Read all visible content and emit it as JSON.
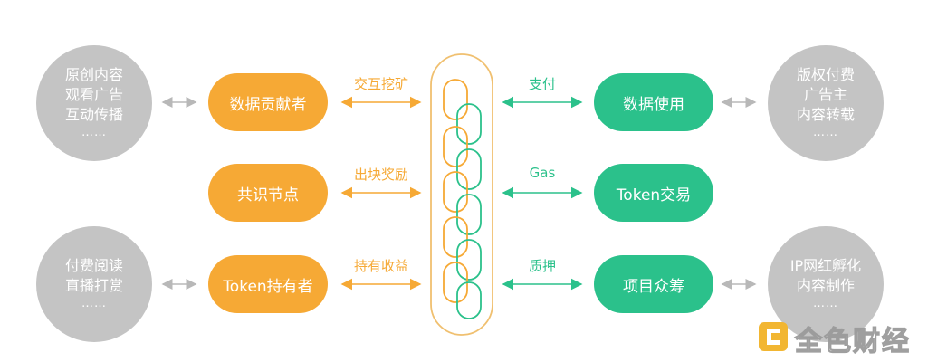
{
  "colors": {
    "orange": "#f6a935",
    "green": "#2bc18b",
    "gray": "#c4c4c4",
    "gray_arrow": "#b8b8b8"
  },
  "left_circles": [
    {
      "lines": [
        "原创内容",
        "观看广告",
        "互动传播"
      ],
      "dots": "……"
    },
    {
      "lines": [
        "付费阅读",
        "直播打赏"
      ],
      "dots": "……"
    }
  ],
  "right_circles": [
    {
      "lines": [
        "版权付费",
        "广告主",
        "内容转载"
      ],
      "dots": "……"
    },
    {
      "lines": [
        "IP网红孵化",
        "内容制作"
      ],
      "dots": "……"
    }
  ],
  "left_pills": [
    "数据贡献者",
    "共识节点",
    "Token持有者"
  ],
  "left_labels": [
    "交互挖矿",
    "出块奖励",
    "持有收益"
  ],
  "right_labels": [
    "支付",
    "Gas",
    "质押"
  ],
  "right_pills": [
    "数据使用",
    "Token交易",
    "项目众筹"
  ],
  "watermark": {
    "text": "全色财经",
    "icon": "jinse-logo-icon"
  }
}
